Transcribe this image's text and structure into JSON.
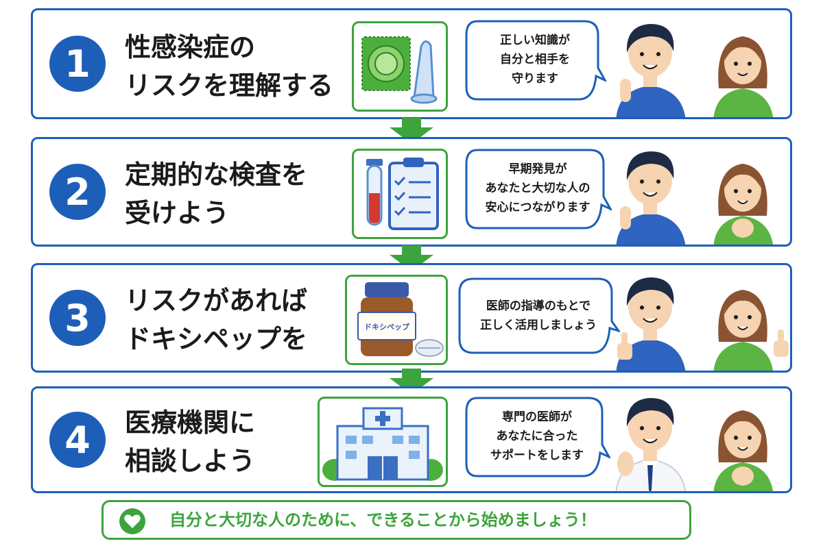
{
  "colors": {
    "blue": "#1d5fb8",
    "green": "#3da33d"
  },
  "steps": [
    {
      "number": "1",
      "title_lines": [
        "性感染症の",
        "リスクを理解する"
      ],
      "icon": "condom-icon",
      "bubble_lines": [
        "正しい知識が",
        "自分と相手を",
        "守ります"
      ]
    },
    {
      "number": "2",
      "title_lines": [
        "定期的な検査を",
        "受けよう"
      ],
      "icon": "test-tube-clipboard-icon",
      "bubble_lines": [
        "早期発見が",
        "あなたと大切な人の",
        "安心につながります"
      ]
    },
    {
      "number": "3",
      "title_lines": [
        "リスクがあれば",
        "ドキシペップを"
      ],
      "icon": "medicine-bottle-icon",
      "bottle_label": "ドキシペップ",
      "bubble_lines": [
        "医師の指導のもとで",
        "正しく活用しましょう"
      ]
    },
    {
      "number": "4",
      "title_lines": [
        "医療機関に",
        "相談しよう"
      ],
      "icon": "hospital-icon",
      "bubble_lines": [
        "専門の医師が",
        "あなたに合った",
        "サポートをします"
      ]
    }
  ],
  "footer": {
    "icon": "heart-icon",
    "text": "自分と大切な人のために、できることから始めましょう！"
  }
}
